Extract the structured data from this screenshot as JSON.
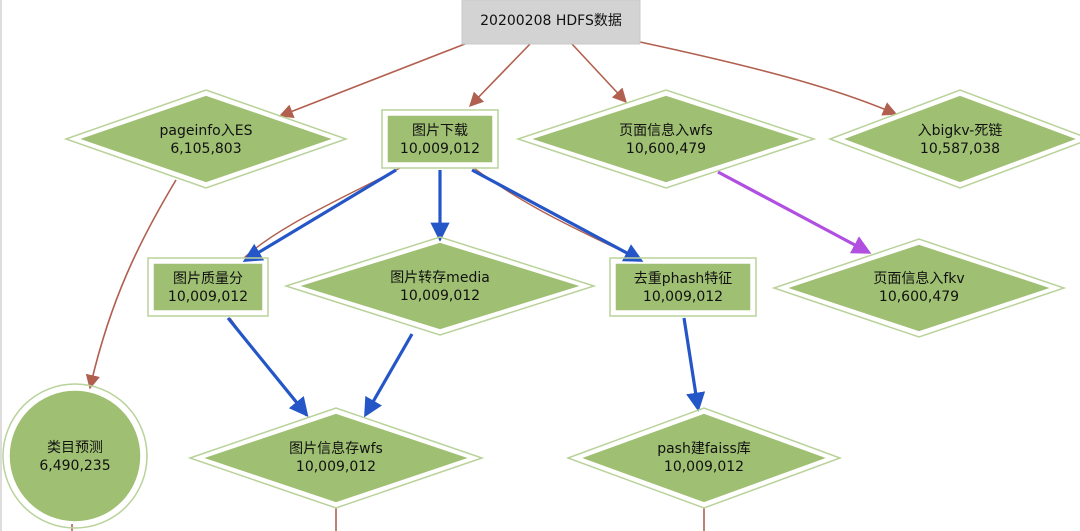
{
  "colors": {
    "node_fill": "#9fbf73",
    "node_stroke": "#ffffff",
    "outer_stroke": "#b9d29a",
    "source_fill": "#d3d3d3",
    "edge_default": "#b15f4e",
    "edge_blue": "#2456c8",
    "edge_purple": "#b04fe0"
  },
  "source": {
    "label": "20200208 HDFS数据"
  },
  "nodes": {
    "pageinfo_es": {
      "name": "pageinfo入ES",
      "count": "6,105,803"
    },
    "img_download": {
      "name": "图片下载",
      "count": "10,009,012"
    },
    "page_wfs": {
      "name": "页面信息入wfs",
      "count": "10,600,479"
    },
    "bigkv": {
      "name": "入bigkv-死链",
      "count": "10,587,038"
    },
    "img_quality": {
      "name": "图片质量分",
      "count": "10,009,012"
    },
    "img_media": {
      "name": "图片转存media",
      "count": "10,009,012"
    },
    "phash": {
      "name": "去重phash特征",
      "count": "10,009,012"
    },
    "page_fkv": {
      "name": "页面信息入fkv",
      "count": "10,600,479"
    },
    "category_pred": {
      "name": "类目预测",
      "count": "6,490,235"
    },
    "img_info_wfs": {
      "name": "图片信息存wfs",
      "count": "10,009,012"
    },
    "faiss": {
      "name": "pash建faiss库",
      "count": "10,009,012"
    }
  }
}
